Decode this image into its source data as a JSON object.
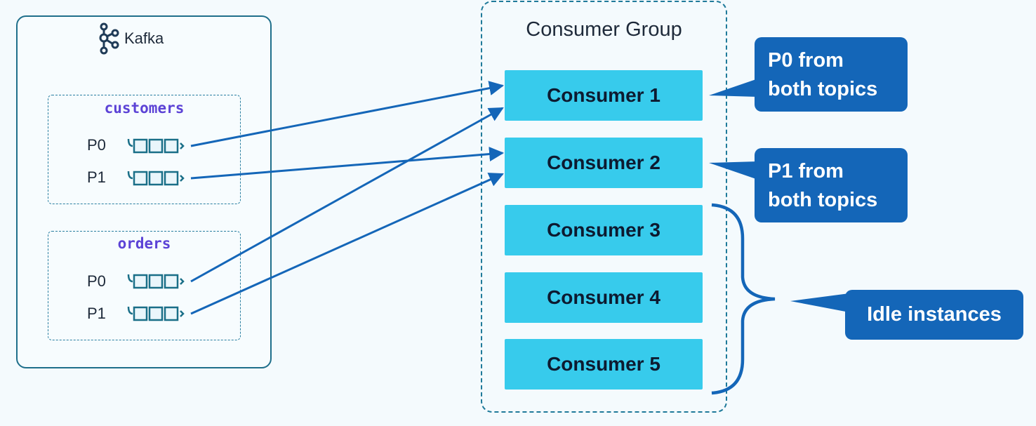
{
  "kafka": {
    "label": "Kafka",
    "icon": "kafka-logo-icon"
  },
  "topics": [
    {
      "name": "customers",
      "partitions": [
        "P0",
        "P1"
      ]
    },
    {
      "name": "orders",
      "partitions": [
        "P0",
        "P1"
      ]
    }
  ],
  "consumer_group": {
    "title": "Consumer Group",
    "consumers": [
      "Consumer 1",
      "Consumer 2",
      "Consumer 3",
      "Consumer 4",
      "Consumer 5"
    ]
  },
  "callouts": {
    "c1_line1": "P0 from",
    "c1_line2": "both topics",
    "c2_line1": "P1 from",
    "c2_line2": "both topics",
    "idle": "Idle instances"
  },
  "colors": {
    "consumer_fill": "#37cbec",
    "callout_fill": "#1466b8",
    "arrow": "#1466b8",
    "topic_name": "#5c43d6"
  }
}
